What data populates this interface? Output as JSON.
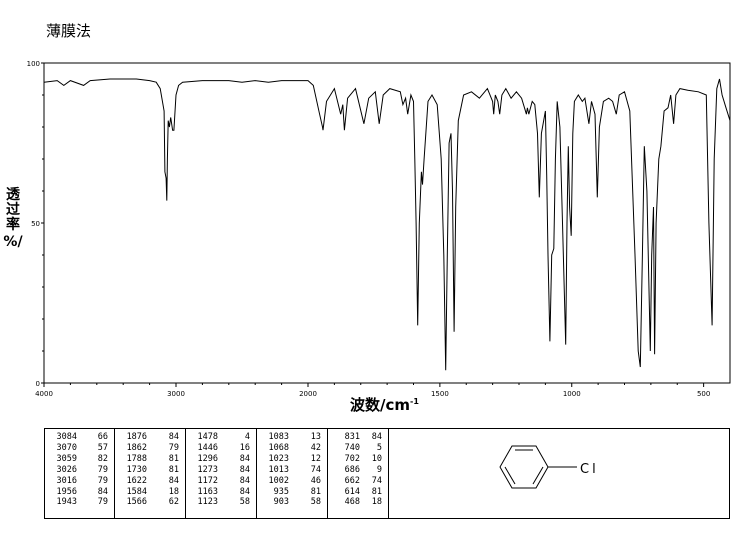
{
  "title": "薄膜法",
  "chart_data": {
    "type": "line",
    "ylabel_chars": [
      "透",
      "过",
      "率"
    ],
    "ylabel_unit": "%/",
    "xlabel": "波数/cm",
    "xlabel_sup": "-1",
    "xlim": [
      4000,
      400
    ],
    "ylim": [
      0,
      100
    ],
    "x_ticks": [
      4000,
      3000,
      2000,
      1500,
      1000,
      500
    ],
    "x_tick_labels": [
      "4000",
      "3000",
      "2000",
      "1500",
      "1000",
      "500"
    ],
    "y_ticks": [
      0,
      50,
      100
    ],
    "y_tick_labels": [
      "0",
      "50",
      "100"
    ],
    "series": [
      {
        "points": [
          [
            4000,
            94
          ],
          [
            3900,
            94.5
          ],
          [
            3850,
            93
          ],
          [
            3800,
            94.5
          ],
          [
            3700,
            93
          ],
          [
            3650,
            94.5
          ],
          [
            3500,
            95
          ],
          [
            3300,
            95
          ],
          [
            3200,
            94.5
          ],
          [
            3150,
            94
          ],
          [
            3120,
            92
          ],
          [
            3090,
            85
          ],
          [
            3084,
            66
          ],
          [
            3075,
            64
          ],
          [
            3070,
            57
          ],
          [
            3065,
            70
          ],
          [
            3059,
            82
          ],
          [
            3050,
            80
          ],
          [
            3040,
            83
          ],
          [
            3026,
            79
          ],
          [
            3016,
            79
          ],
          [
            3000,
            90
          ],
          [
            2980,
            93
          ],
          [
            2950,
            94
          ],
          [
            2800,
            94.5
          ],
          [
            2600,
            94.5
          ],
          [
            2500,
            94
          ],
          [
            2400,
            94.5
          ],
          [
            2300,
            94
          ],
          [
            2200,
            94.5
          ],
          [
            2100,
            94.5
          ],
          [
            2000,
            94.5
          ],
          [
            1980,
            93
          ],
          [
            1956,
            84
          ],
          [
            1945,
            80
          ],
          [
            1943,
            79
          ],
          [
            1930,
            88
          ],
          [
            1900,
            92
          ],
          [
            1876,
            84
          ],
          [
            1868,
            87
          ],
          [
            1862,
            79
          ],
          [
            1850,
            89
          ],
          [
            1820,
            92
          ],
          [
            1788,
            81
          ],
          [
            1770,
            89
          ],
          [
            1745,
            91
          ],
          [
            1730,
            81
          ],
          [
            1715,
            90
          ],
          [
            1690,
            92
          ],
          [
            1650,
            91
          ],
          [
            1640,
            87
          ],
          [
            1630,
            89
          ],
          [
            1622,
            84
          ],
          [
            1610,
            90
          ],
          [
            1600,
            88
          ],
          [
            1595,
            70
          ],
          [
            1590,
            50
          ],
          [
            1584,
            18
          ],
          [
            1578,
            50
          ],
          [
            1570,
            66
          ],
          [
            1566,
            62
          ],
          [
            1560,
            70
          ],
          [
            1545,
            88
          ],
          [
            1530,
            90
          ],
          [
            1510,
            87
          ],
          [
            1495,
            70
          ],
          [
            1485,
            40
          ],
          [
            1478,
            4
          ],
          [
            1472,
            40
          ],
          [
            1465,
            75
          ],
          [
            1458,
            78
          ],
          [
            1452,
            60
          ],
          [
            1446,
            16
          ],
          [
            1440,
            55
          ],
          [
            1430,
            82
          ],
          [
            1410,
            90
          ],
          [
            1380,
            91
          ],
          [
            1350,
            89
          ],
          [
            1320,
            92
          ],
          [
            1300,
            88
          ],
          [
            1296,
            84
          ],
          [
            1290,
            90
          ],
          [
            1280,
            88
          ],
          [
            1273,
            84
          ],
          [
            1265,
            90
          ],
          [
            1250,
            92
          ],
          [
            1230,
            89
          ],
          [
            1210,
            91
          ],
          [
            1190,
            89
          ],
          [
            1172,
            84
          ],
          [
            1168,
            86
          ],
          [
            1163,
            84
          ],
          [
            1150,
            88
          ],
          [
            1140,
            87
          ],
          [
            1130,
            78
          ],
          [
            1123,
            58
          ],
          [
            1115,
            78
          ],
          [
            1100,
            85
          ],
          [
            1095,
            65
          ],
          [
            1090,
            40
          ],
          [
            1083,
            13
          ],
          [
            1076,
            40
          ],
          [
            1068,
            42
          ],
          [
            1062,
            70
          ],
          [
            1055,
            88
          ],
          [
            1045,
            80
          ],
          [
            1035,
            50
          ],
          [
            1023,
            12
          ],
          [
            1018,
            50
          ],
          [
            1013,
            74
          ],
          [
            1008,
            55
          ],
          [
            1002,
            46
          ],
          [
            996,
            78
          ],
          [
            990,
            88
          ],
          [
            975,
            90
          ],
          [
            960,
            88
          ],
          [
            950,
            89
          ],
          [
            935,
            81
          ],
          [
            925,
            88
          ],
          [
            912,
            84
          ],
          [
            903,
            58
          ],
          [
            895,
            80
          ],
          [
            880,
            88
          ],
          [
            860,
            89
          ],
          [
            845,
            88
          ],
          [
            831,
            84
          ],
          [
            820,
            90
          ],
          [
            800,
            91
          ],
          [
            780,
            85
          ],
          [
            760,
            40
          ],
          [
            748,
            10
          ],
          [
            740,
            5
          ],
          [
            732,
            40
          ],
          [
            725,
            74
          ],
          [
            715,
            60
          ],
          [
            702,
            10
          ],
          [
            697,
            40
          ],
          [
            690,
            55
          ],
          [
            686,
            9
          ],
          [
            680,
            50
          ],
          [
            670,
            70
          ],
          [
            662,
            74
          ],
          [
            650,
            85
          ],
          [
            635,
            86
          ],
          [
            625,
            90
          ],
          [
            614,
            81
          ],
          [
            605,
            90
          ],
          [
            590,
            92
          ],
          [
            560,
            91.5
          ],
          [
            520,
            91
          ],
          [
            490,
            90
          ],
          [
            480,
            50
          ],
          [
            468,
            18
          ],
          [
            460,
            70
          ],
          [
            450,
            92
          ],
          [
            440,
            95
          ],
          [
            430,
            90
          ],
          [
            415,
            86
          ],
          [
            400,
            82
          ]
        ]
      }
    ]
  },
  "peak_table": [
    [
      [
        "3084",
        "66"
      ],
      [
        "3070",
        "57"
      ],
      [
        "3059",
        "82"
      ],
      [
        "3026",
        "79"
      ],
      [
        "3016",
        "79"
      ],
      [
        "1956",
        "84"
      ],
      [
        "1943",
        "79"
      ]
    ],
    [
      [
        "1876",
        "84"
      ],
      [
        "1862",
        "79"
      ],
      [
        "1788",
        "81"
      ],
      [
        "1730",
        "81"
      ],
      [
        "1622",
        "84"
      ],
      [
        "1584",
        "18"
      ],
      [
        "1566",
        "62"
      ]
    ],
    [
      [
        "1478",
        "4"
      ],
      [
        "1446",
        "16"
      ],
      [
        "1296",
        "84"
      ],
      [
        "1273",
        "84"
      ],
      [
        "1172",
        "84"
      ],
      [
        "1163",
        "84"
      ],
      [
        "1123",
        "58"
      ]
    ],
    [
      [
        "1083",
        "13"
      ],
      [
        "1068",
        "42"
      ],
      [
        "1023",
        "12"
      ],
      [
        "1013",
        "74"
      ],
      [
        "1002",
        "46"
      ],
      [
        "935",
        "81"
      ],
      [
        "903",
        "58"
      ]
    ],
    [
      [
        "831",
        "84"
      ],
      [
        "740",
        "5"
      ],
      [
        "702",
        "10"
      ],
      [
        "686",
        "9"
      ],
      [
        "662",
        "74"
      ],
      [
        "614",
        "81"
      ],
      [
        "468",
        "18"
      ]
    ]
  ],
  "structure": {
    "substituent_label": "Cl",
    "line_color": "#000000"
  },
  "colors": {
    "line": "#000000",
    "background": "#ffffff"
  }
}
